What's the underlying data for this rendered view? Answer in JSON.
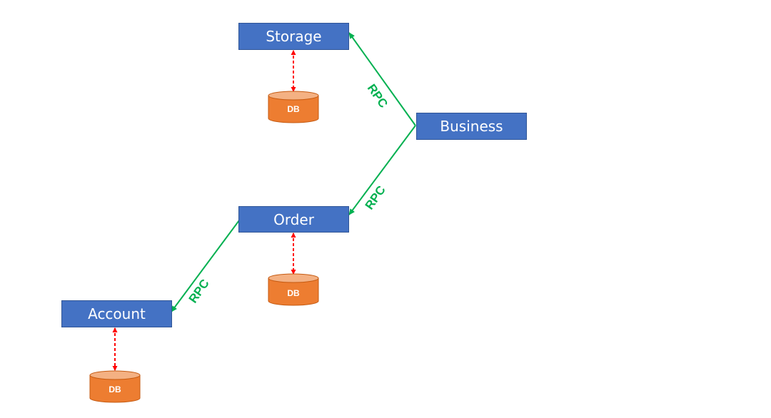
{
  "services": {
    "storage": "Storage",
    "business": "Business",
    "order": "Order",
    "account": "Account"
  },
  "databases": {
    "storage_db": "DB",
    "order_db": "DB",
    "account_db": "DB"
  },
  "links": {
    "business_to_storage": "RPC",
    "business_to_order": "RPC",
    "order_to_account": "RPC"
  },
  "colors": {
    "service_fill": "#4472C4",
    "service_border": "#2F5597",
    "db_fill": "#ED7D31",
    "db_top": "#F4B183",
    "rpc_line": "#00B050",
    "db_link": "#FF0000"
  }
}
